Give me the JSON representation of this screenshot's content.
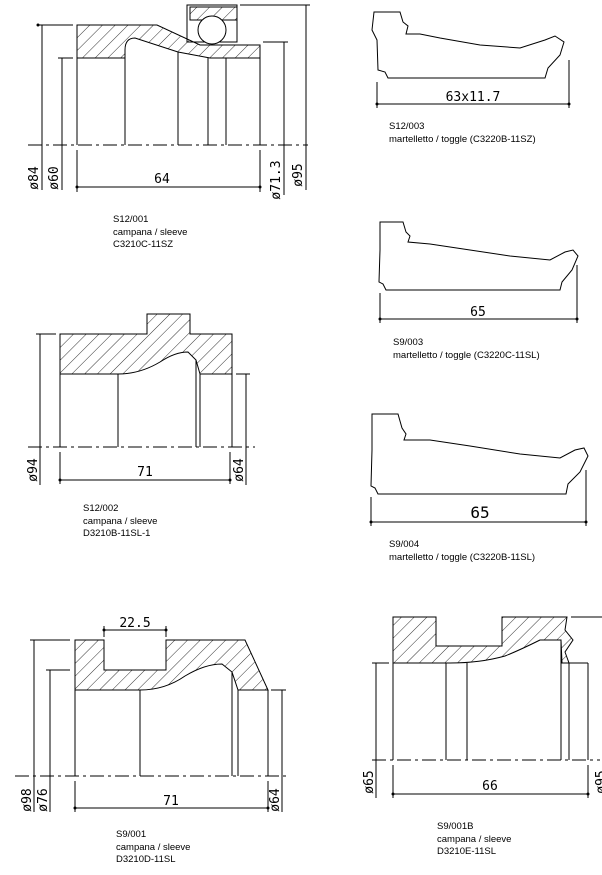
{
  "parts": [
    {
      "code": "S12/001",
      "type": "campana / sleeve",
      "ref": "C3210C-11SZ",
      "dims": {
        "length": "64",
        "d1": "ø84",
        "d2": "ø60",
        "d3": "ø71.3",
        "d4": "ø95"
      }
    },
    {
      "code": "S12/003",
      "type": "martelletto / toggle  (C3220B-11SZ)",
      "dims": {
        "length": "63x11.7"
      }
    },
    {
      "code": "S9/003",
      "type": "martelletto / toggle  (C3220C-11SL)",
      "dims": {
        "length": "65"
      }
    },
    {
      "code": "S12/002",
      "type": "campana / sleeve",
      "ref": "D3210B-11SL-1",
      "dims": {
        "length": "71",
        "d1": "ø94",
        "d2": "ø64"
      }
    },
    {
      "code": "S9/004",
      "type": "martelletto / toggle  (C3220B-11SL)",
      "dims": {
        "length": "65"
      }
    },
    {
      "code": "S9/001",
      "type": "campana / sleeve",
      "ref": "D3210D-11SL",
      "dims": {
        "length": "71",
        "groove": "22.5",
        "d1": "ø98",
        "d2": "ø76",
        "d3": "ø64"
      }
    },
    {
      "code": "S9/001B",
      "type": "campana / sleeve",
      "ref": "D3210E-11SL",
      "dims": {
        "length": "66",
        "d1": "ø65",
        "d2": "ø95"
      }
    }
  ]
}
